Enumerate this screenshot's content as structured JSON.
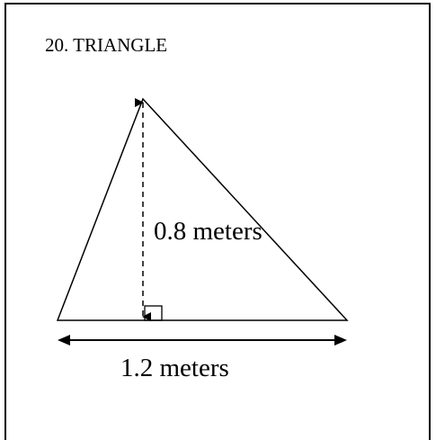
{
  "problem": {
    "title": "20. TRIANGLE"
  },
  "diagram": {
    "shape": "triangle",
    "height_label": "0.8 meters",
    "base_label": "1.2 meters"
  },
  "colors": {
    "stroke": "#000000",
    "background": "#ffffff"
  }
}
